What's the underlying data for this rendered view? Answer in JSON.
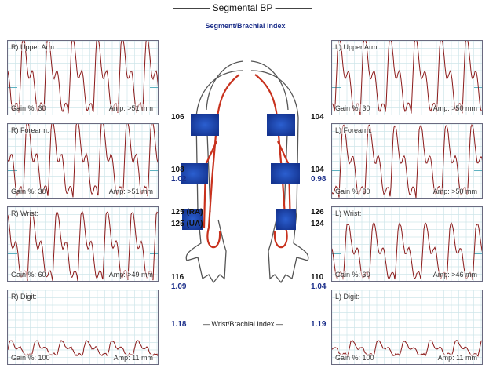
{
  "header": {
    "title": "Segmental BP",
    "subtitle": "Segment/Brachial Index"
  },
  "right_panels": [
    {
      "label": "R) Upper Arm.",
      "gain": "Gain %: 30",
      "amp": "Amp: >51 mm"
    },
    {
      "label": "R) Forearm.",
      "gain": "Gain %: 30",
      "amp": "Amp: >51 mm"
    },
    {
      "label": "R) Wrist:",
      "gain": "Gain %: 60",
      "amp": "Amp: >49 mm"
    },
    {
      "label": "R) Digit:",
      "gain": "Gain %: 100",
      "amp": "Amp: 11 mm"
    }
  ],
  "left_panels": [
    {
      "label": "L) Upper Arm.",
      "gain": "Gain %: 30",
      "amp": "Amp: >50 mm"
    },
    {
      "label": "L) Forearm.",
      "gain": "Gain %: 30",
      "amp": "Amp: >50 mm"
    },
    {
      "label": "L) Wrist:",
      "gain": "Gain %: 60",
      "amp": "Amp: >46 mm"
    },
    {
      "label": "L) Digit:",
      "gain": "Gain %: 100",
      "amp": "Amp: 11 mm"
    }
  ],
  "right_values": {
    "upper": "106",
    "forearm": "108",
    "forearm_index": "1.02",
    "wrist_ra": "125 (RA)",
    "wrist_ua": "125 (UA)",
    "digit": "116",
    "digit_index": "1.09",
    "wbi": "1.18"
  },
  "left_values": {
    "upper": "104",
    "forearm": "104",
    "forearm_index": "0.98",
    "wrist_ra": "126",
    "wrist_ua": "124",
    "digit": "110",
    "digit_index": "1.04",
    "wbi": "1.19"
  },
  "wbi_label": "— Wrist/Brachial Index —",
  "colors": {
    "index_blue": "#1c2f8a",
    "wave": "#8b1a1a",
    "grid": "#cfe6ea",
    "cuff": "#1a3fa8"
  }
}
